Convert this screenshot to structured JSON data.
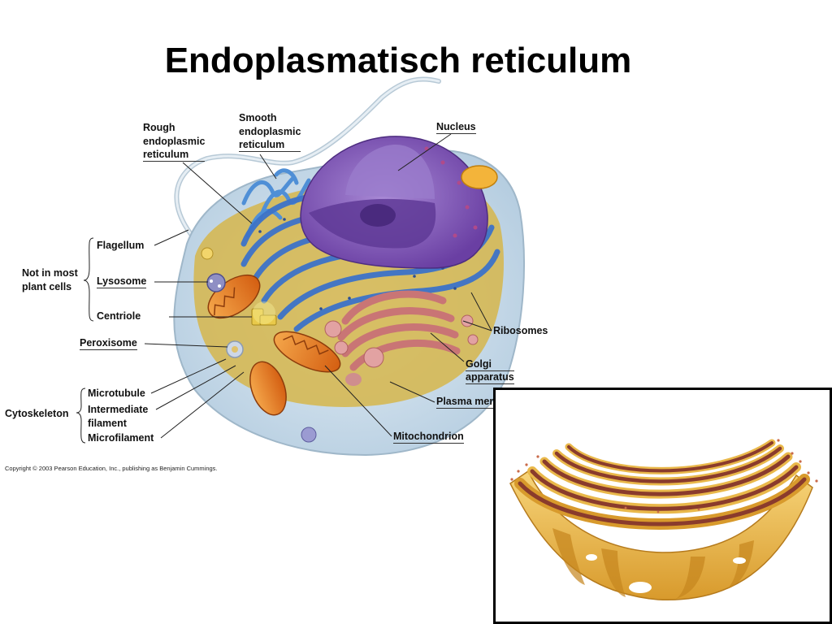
{
  "slide": {
    "title": "Endoplasmatisch reticulum"
  },
  "labels": {
    "rough_er": [
      "Rough",
      "endoplasmic",
      "reticulum"
    ],
    "smooth_er": [
      "Smooth",
      "endoplasmic",
      "reticulum"
    ],
    "nucleus": "Nucleus",
    "flagellum": "Flagellum",
    "lysosome": "Lysosome",
    "centriole": "Centriole",
    "not_in_most": [
      "Not in most",
      "plant cells"
    ],
    "peroxisome": "Peroxisome",
    "ribosomes": "Ribosomes",
    "golgi": [
      "Golgi",
      "apparatus"
    ],
    "plasma_membrane": "Plasma membrane",
    "microtubule": "Microtubule",
    "intermediate_filament": [
      "Intermediate",
      "filament"
    ],
    "microfilament": "Microfilament",
    "cytoskeleton": "Cytoskeleton",
    "mitochondrion": "Mitochondrion"
  },
  "copyright": "Copyright © 2003 Pearson Education, Inc., publishing as Benjamin Cummings.",
  "colors": {
    "er_blue": "#3d73c9",
    "nucleus_purple": "#7d55b3",
    "golgi_pink": "#d38a8a",
    "mito_orange": "#e07a1f",
    "cytoplasm_yellow": "#d9b43c",
    "membrane_blue": "#c9dcec",
    "inset_yellow": "#e9b84a",
    "inset_brown": "#8a3b2c"
  }
}
